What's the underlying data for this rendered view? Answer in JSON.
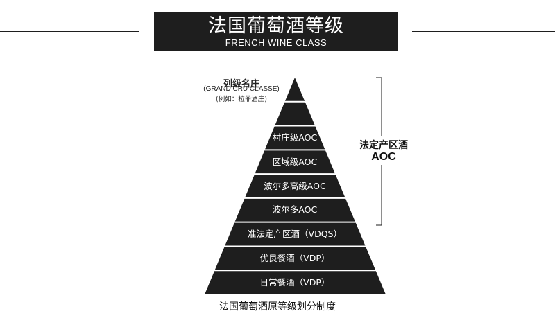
{
  "header": {
    "title": "法国葡萄酒等级",
    "subtitle": "FRENCH WINE CLASS"
  },
  "top_label": {
    "cn": "列级名庄",
    "en": "(GRAND CRU CLASSE)",
    "example": "(例如：拉菲酒庄)"
  },
  "tiers": [
    {
      "label": ""
    },
    {
      "label": ""
    },
    {
      "label": "村庄级AOC"
    },
    {
      "label": "区域级AOC"
    },
    {
      "label": "波尔多高级AOC"
    },
    {
      "label": "波尔多AOC"
    },
    {
      "label": "准法定产区酒（VDQS）"
    },
    {
      "label": "优良餐酒（VDP）"
    },
    {
      "label": "日常餐酒（VDP）"
    }
  ],
  "bracket": {
    "label_cn": "法定产区酒",
    "label_en": "AOC"
  },
  "caption": "法国葡萄酒原等级划分制度",
  "colors": {
    "tier_fill": "#1e1e1e",
    "banner_bg": "#1e1e1e",
    "text_on_dark": "#ffffff"
  }
}
